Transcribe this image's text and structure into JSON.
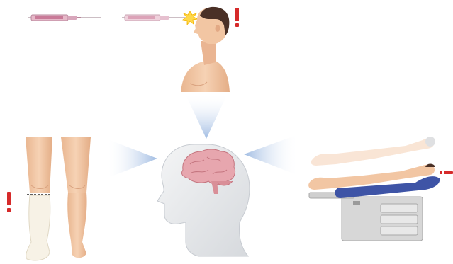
{
  "colors": {
    "skin": "#f2c6a3",
    "skin_shadow": "#d9a27f",
    "hair": "#4a3026",
    "alert": "#d62a2a",
    "arrow": "#b8cdea",
    "brain": "#e7a6ae",
    "head_gray": "#e4e6e9",
    "cast": "#f7f2e6",
    "table_blue": "#3e54a6",
    "table_gray": "#d7d7d7"
  },
  "panels": [
    {
      "name": "pinprick-stimulus",
      "icon": "syringe-icon",
      "alert": "exclamation-icon"
    },
    {
      "name": "limb-immobilization",
      "icon": "cast-icon",
      "alert": "exclamation-icon"
    },
    {
      "name": "bed-rest",
      "icon": "medical-table-icon",
      "alert": "exclamation-icon"
    }
  ],
  "center": {
    "icon": "brain-head-icon"
  }
}
